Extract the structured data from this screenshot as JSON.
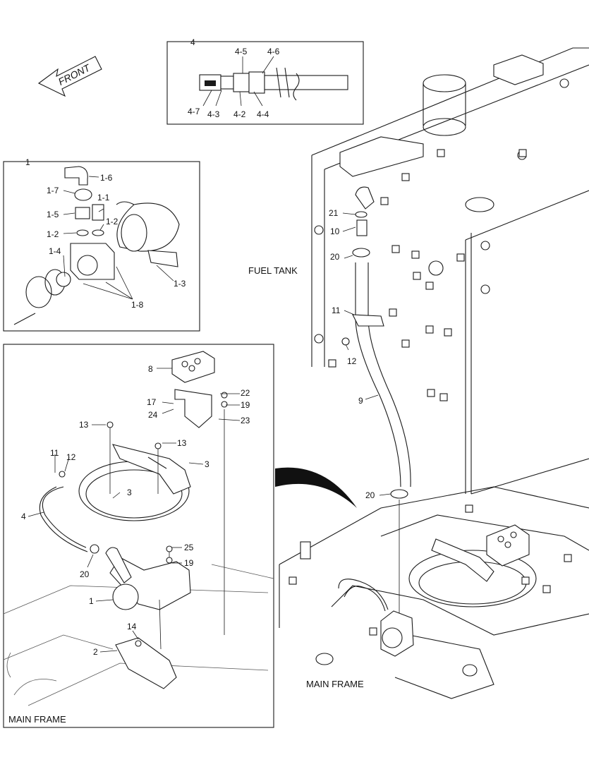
{
  "front_label": "FRONT",
  "fuel_tank_label": "FUEL TANK",
  "main_frame_label": "MAIN FRAME",
  "main_frame_label_inset": "MAIN FRAME",
  "inset_4": {
    "title": "4",
    "callouts": [
      "4-5",
      "4-6",
      "4-7",
      "4-3",
      "4-2",
      "4-4"
    ]
  },
  "inset_1": {
    "title": "1",
    "callouts": [
      "1-6",
      "1-7",
      "1-1",
      "1-5",
      "1-2",
      "1-2",
      "1-4",
      "1-3",
      "1-8"
    ]
  },
  "inset_main": {
    "callouts": [
      "8",
      "22",
      "17",
      "19",
      "24",
      "23",
      "13",
      "13",
      "3",
      "11",
      "12",
      "3",
      "4",
      "25",
      "19",
      "20",
      "1",
      "14",
      "2"
    ]
  },
  "tank_callouts": [
    "21",
    "10",
    "20",
    "11",
    "12",
    "9",
    "20"
  ]
}
